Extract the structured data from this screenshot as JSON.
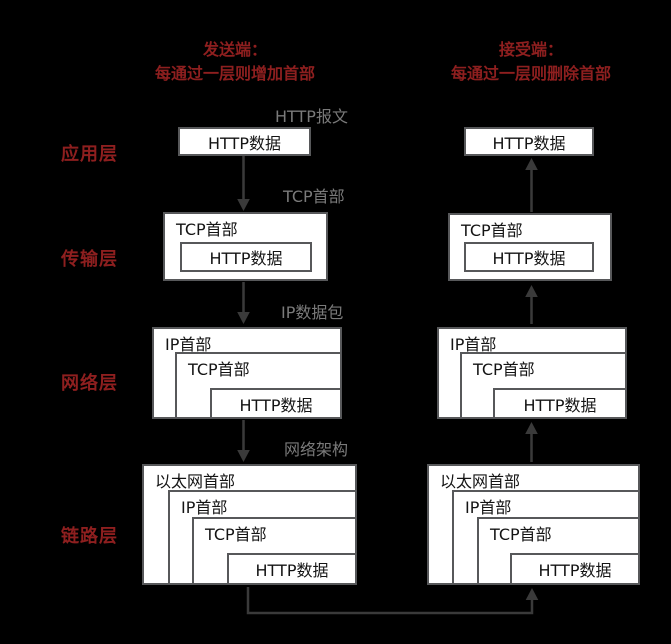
{
  "colors": {
    "red": "#8e1f1f",
    "gray": "#7a7a7a",
    "border": "#57585a",
    "boxtext": "#141414",
    "arrow": "#3a3a3a",
    "bg": "#000000",
    "fill": "#ffffff"
  },
  "headers": {
    "sender_line1": "发送端：",
    "sender_line2": "每通过一层则增加首部",
    "receiver_line1": "接受端：",
    "receiver_line2": "每通过一层则删除首部"
  },
  "layers": {
    "application": "应用层",
    "transport": "传输层",
    "network": "网络层",
    "link": "链路层"
  },
  "annotations": {
    "http_message": "HTTP报文",
    "tcp_header": "TCP首部",
    "ip_packet": "IP数据包",
    "network_frame": "网络架构"
  },
  "labels": {
    "http_data": "HTTP数据",
    "tcp_header": "TCP首部",
    "ip_header": "IP首部",
    "ethernet_header": "以太网首部"
  }
}
